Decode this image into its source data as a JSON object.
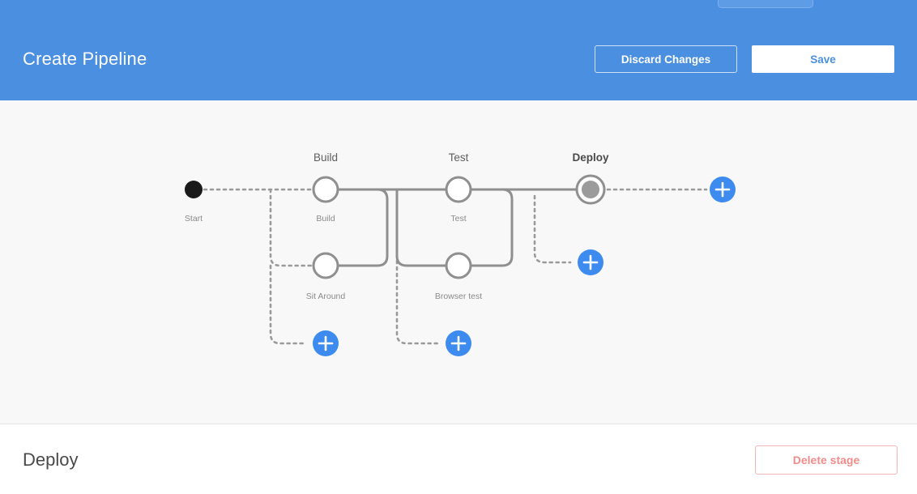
{
  "header": {
    "title": "Create Pipeline",
    "discard_label": "Discard Changes",
    "save_label": "Save",
    "background_color": "#4a8fe0"
  },
  "graph": {
    "start_label": "Start",
    "colors": {
      "edge_solid": "#8f8f8f",
      "edge_dashed": "#9a9a9a",
      "node_stroke": "#8f8f8f",
      "node_fill": "#ffffff",
      "start_fill": "#1a1a1a",
      "selected_fill": "#9b9b9b",
      "add_button": "#3d8bef",
      "canvas_bg": "#f8f8f8"
    },
    "stages": [
      {
        "name": "Build",
        "selected": false,
        "jobs": [
          {
            "name": "Build"
          },
          {
            "name": "Sit Around"
          }
        ]
      },
      {
        "name": "Test",
        "selected": false,
        "jobs": [
          {
            "name": "Test"
          },
          {
            "name": "Browser test"
          }
        ]
      },
      {
        "name": "Deploy",
        "selected": true,
        "jobs": []
      }
    ],
    "add_buttons": [
      {
        "name": "add-stage-after-deploy",
        "glyph": "+"
      },
      {
        "name": "add-job-to-deploy",
        "glyph": "+"
      },
      {
        "name": "add-job-to-build",
        "glyph": "+"
      },
      {
        "name": "add-job-to-test",
        "glyph": "+"
      }
    ]
  },
  "detail": {
    "title": "Deploy",
    "delete_label": "Delete stage",
    "delete_color": "#ef8c8c"
  }
}
